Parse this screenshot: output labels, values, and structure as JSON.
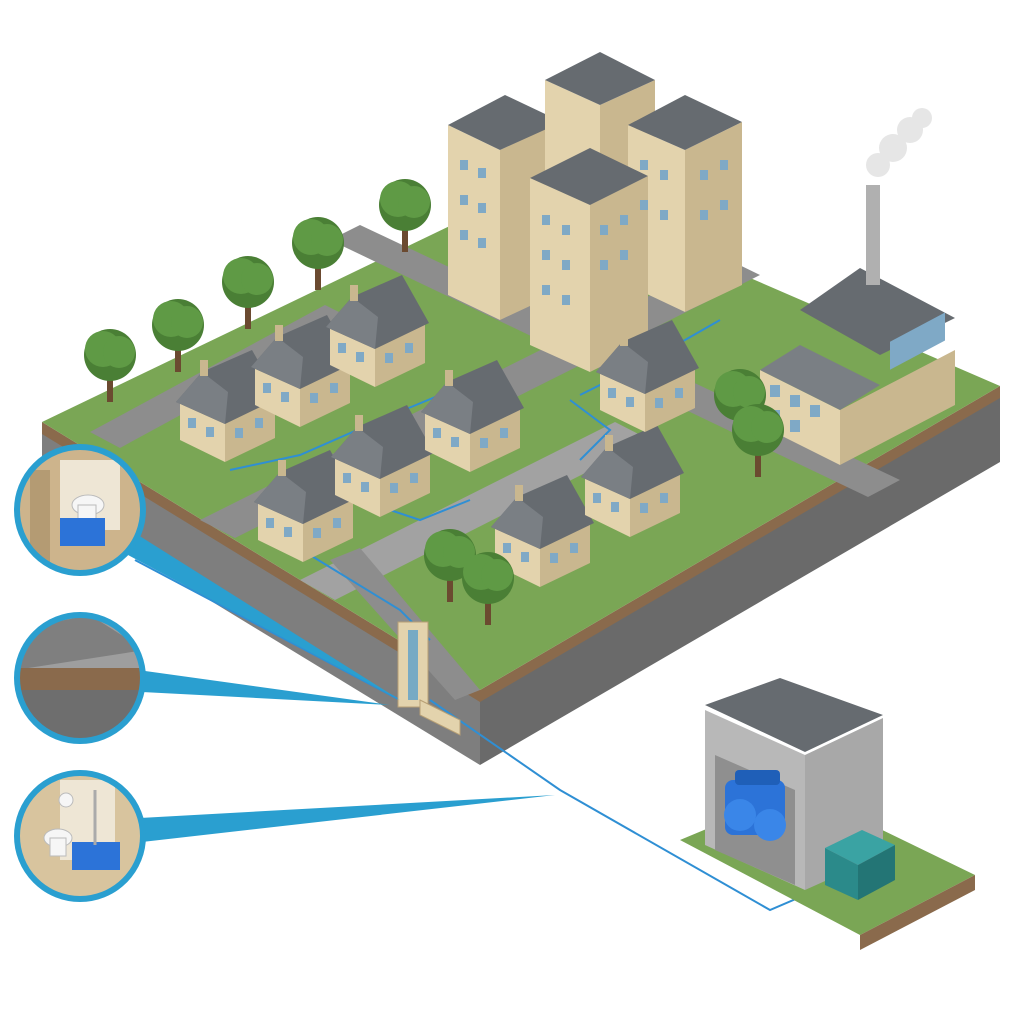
{
  "diagram": {
    "labels": [],
    "colors": {
      "background": "#ffffff",
      "grass": "#7aa655",
      "grass_edge": "#5f8a3d",
      "road": "#8d8d8d",
      "road_light": "#a2a2a2",
      "soil_top": "#8a6a4c",
      "slab_front": "#7e7e7e",
      "slab_side": "#6a6a6a",
      "wall": "#e3d3ad",
      "wall_shade": "#c9b78f",
      "roof": "#666b70",
      "roof_light": "#7a7f84",
      "window": "#7fa9c6",
      "tree": "#5f9a45",
      "tree_dark": "#4a7f35",
      "trunk": "#6b4a30",
      "pipe": "#2f8fd4",
      "callout_ring": "#2a9fd0",
      "equipment": "#2c73d8",
      "tank": "#2b8a8a",
      "concrete": "#b8b8b8",
      "concrete_dark": "#8f8f8f",
      "smoke": "#e6e6e6"
    },
    "components": {
      "apartment_towers": 4,
      "houses": 9,
      "factory": 1,
      "trees": 9,
      "callout_circles": 3,
      "pump_station": 1
    },
    "icons": [
      "toilet-icon",
      "pipe-section-icon",
      "bathroom-icon",
      "pump-icon",
      "tank-icon",
      "chimney-icon",
      "tree-icon",
      "house-icon",
      "apartment-icon",
      "factory-icon"
    ]
  }
}
